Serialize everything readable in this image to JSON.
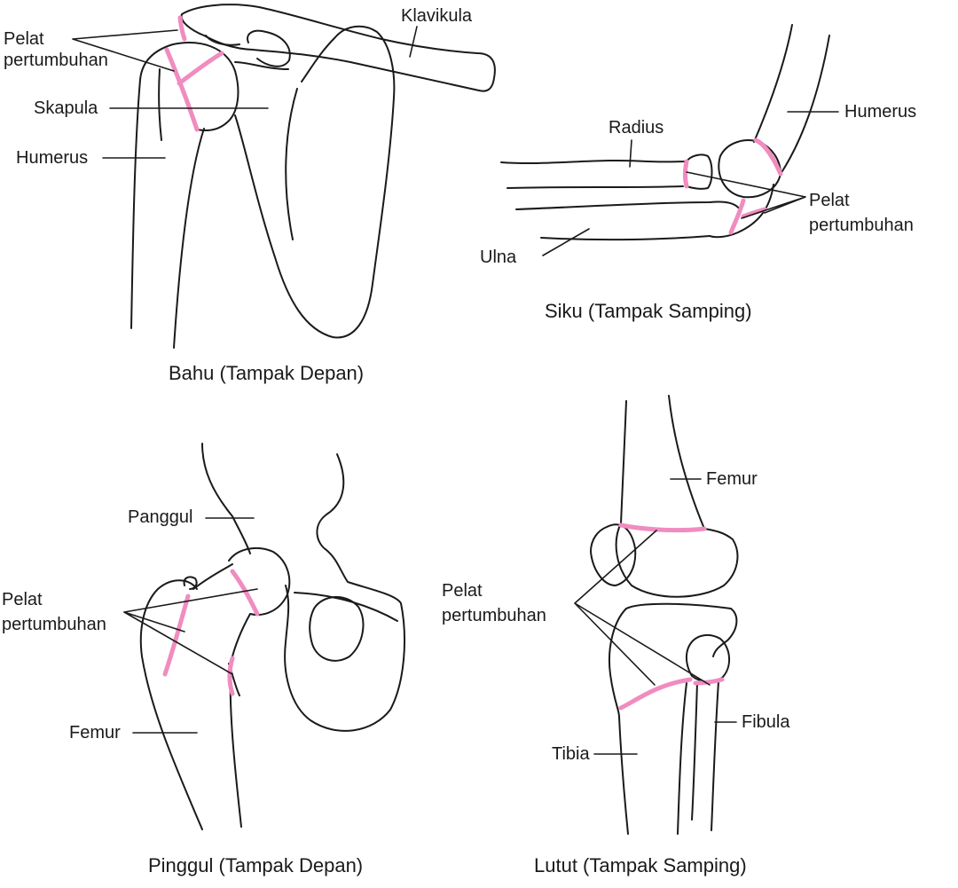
{
  "colors": {
    "line": "#1a1a1a",
    "growth_plate": "#f08cc0",
    "background": "#ffffff"
  },
  "shoulder": {
    "caption": "Bahu (Tampak Depan)",
    "labels": {
      "growth_plate_1": "Pelat",
      "growth_plate_2": "pertumbuhan",
      "clavicle": "Klavikula",
      "scapula": "Skapula",
      "humerus": "Humerus"
    }
  },
  "elbow": {
    "caption": "Siku (Tampak Samping)",
    "labels": {
      "radius": "Radius",
      "humerus": "Humerus",
      "growth_plate_1": "Pelat",
      "growth_plate_2": "pertumbuhan",
      "ulna": "Ulna"
    }
  },
  "hip": {
    "caption": "Pinggul (Tampak Depan)",
    "labels": {
      "pelvis": "Panggul",
      "growth_plate_1": "Pelat",
      "growth_plate_2": "pertumbuhan",
      "femur": "Femur"
    }
  },
  "knee": {
    "caption": "Lutut (Tampak Samping)",
    "labels": {
      "femur": "Femur",
      "growth_plate_1": "Pelat",
      "growth_plate_2": "pertumbuhan",
      "fibula": "Fibula",
      "tibia": "Tibia"
    }
  }
}
